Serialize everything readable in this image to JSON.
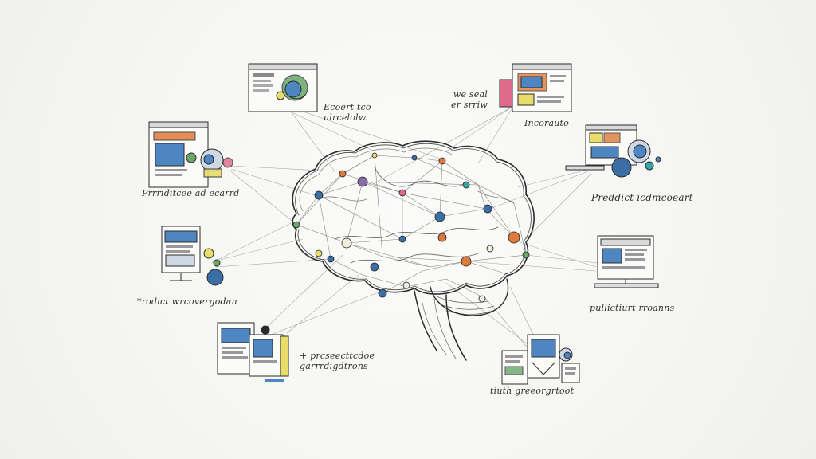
{
  "colors": {
    "ink": "#2b2b2b",
    "node_blue": "#3c6ea6",
    "node_orange": "#e07a3a",
    "node_green": "#6aa56a",
    "node_purple": "#8a6aa8",
    "node_teal": "#3aa3a3",
    "accent_yellow": "#e8dc6a",
    "accent_pink": "#e06a8a",
    "screen_blue": "#4e86c2"
  },
  "labels": {
    "top_left": [
      "Ecoert tco",
      "ulrcelolw."
    ],
    "top_right": [
      "we seal",
      "er srriw"
    ],
    "top_right_under": "Incorauto",
    "left_upper": "Prrriditcee ad ecarrd",
    "right_upper": "Preddict icdmcoeart",
    "left_mid": "*rodict   wrcovergodan",
    "right_mid": "pullictiurt  rroanns",
    "bottom_left": [
      "+ prcseecttcdoe",
      "garrrdigdtrons"
    ],
    "bottom_right": "tiuth greeorgrtoot"
  },
  "icons": [
    "screen-cluster-icon-top-left",
    "screen-cluster-icon-top-right",
    "screen-cluster-icon-left-upper",
    "screen-cluster-icon-right-upper",
    "monitor-icon-left-mid",
    "monitor-icon-right-mid",
    "screen-cluster-icon-bottom-left",
    "screen-cluster-icon-bottom-right",
    "brain-network-icon"
  ]
}
